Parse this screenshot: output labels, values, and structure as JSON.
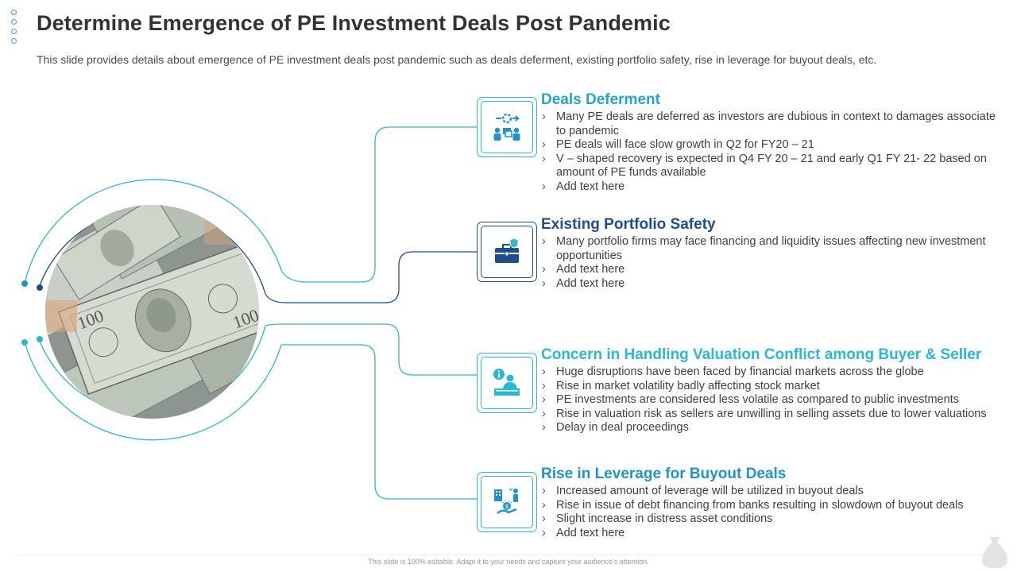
{
  "title": "Determine Emergence of PE Investment Deals Post Pandemic",
  "subtitle": "This slide provides details about emergence of PE investment deals post pandemic such as deals deferment, existing portfolio safety, rise in leverage for buyout deals, etc.",
  "colors": {
    "accent_light": "#2bb7d6",
    "accent_mid": "#1e94cf",
    "accent_dark": "#1f4e8c",
    "heading_light": "#21a7cf"
  },
  "sections": [
    {
      "heading": "Deals Deferment",
      "icon": "deal-exchange-icon",
      "bullets": [
        "Many PE deals are deferred as investors are dubious in context to damages associate to pandemic",
        "PE deals will face slow growth in Q2 for FY20 – 21",
        "V – shaped recovery is expected in Q4 FY 20 – 21 and early Q1 FY 21- 22 based on amount of PE funds available",
        "Add text here"
      ]
    },
    {
      "heading": "Existing Portfolio Safety",
      "icon": "secure-briefcase-icon",
      "bullets": [
        "Many portfolio firms may face financing and liquidity issues affecting new investment opportunities",
        "Add text here",
        "Add text here"
      ]
    },
    {
      "heading": "Concern in Handling Valuation Conflict among Buyer & Seller",
      "icon": "info-desk-icon",
      "bullets": [
        "Huge disruptions have been faced by financial markets across the globe",
        "Rise in market volatility badly affecting stock market",
        "PE investments are considered less volatile as compared to public investments",
        "Rise in valuation risk as sellers are unwilling in selling assets due to lower valuations",
        "Delay in deal proceedings"
      ]
    },
    {
      "heading": "Rise in Leverage for Buyout Deals",
      "icon": "leverage-finance-icon",
      "bullets": [
        "Increased amount of leverage will be utilized in buyout deals",
        "Rise in issue of debt financing from banks resulting in slowdown of buyout deals",
        "Slight increase in distress asset conditions",
        "Add text here"
      ]
    }
  ],
  "footer": "This slide is 100% editable. Adapt it to your needs and capture your audience's attention.",
  "image": "money-banknotes-photo"
}
